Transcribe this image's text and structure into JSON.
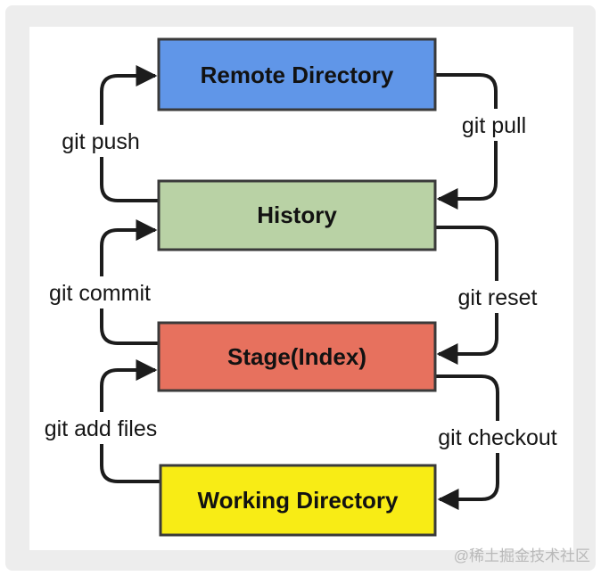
{
  "page": {
    "watermark": "@稀土掘金技术社区",
    "background_color": "#ededed",
    "canvas_color": "#ffffff"
  },
  "diagram": {
    "type": "flowchart",
    "topic": "git workflow",
    "nodes": [
      {
        "label": "Remote Directory",
        "color": "#6096e8"
      },
      {
        "label": "History",
        "color": "#b9d2a5"
      },
      {
        "label": "Stage(Index)",
        "color": "#e7715e"
      },
      {
        "label": "Working Directory",
        "color": "#f8ec15"
      }
    ],
    "edges": [
      {
        "label": "git push",
        "from": "History",
        "to": "Remote Directory",
        "direction": "up"
      },
      {
        "label": "git pull",
        "from": "Remote Directory",
        "to": "History",
        "direction": "down"
      },
      {
        "label": "git commit",
        "from": "Stage(Index)",
        "to": "History",
        "direction": "up"
      },
      {
        "label": "git reset",
        "from": "History",
        "to": "Stage(Index)",
        "direction": "down"
      },
      {
        "label": "git add files",
        "from": "Working Directory",
        "to": "Stage(Index)",
        "direction": "up"
      },
      {
        "label": "git checkout",
        "from": "Stage(Index)",
        "to": "Working Directory",
        "direction": "down"
      }
    ],
    "edge_color": "#1c1c1c",
    "node_border_color": "#3a3a3a"
  }
}
